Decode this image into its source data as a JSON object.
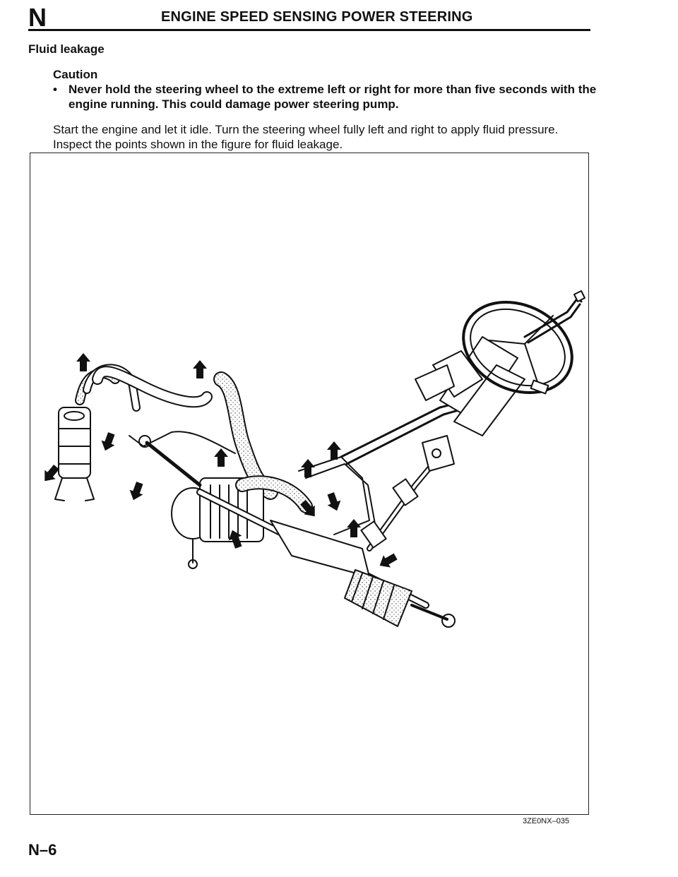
{
  "header": {
    "section_letter": "N",
    "title": "ENGINE SPEED SENSING POWER STEERING"
  },
  "section": {
    "subheading": "Fluid leakage",
    "caution": {
      "label": "Caution",
      "items": [
        "Never hold the steering wheel to the extreme left or right for more than five seconds with the engine running. This could damage power steering pump."
      ]
    },
    "body": "Start the engine and let it idle. Turn the steering wheel fully left and right to apply fluid pressure. Inspect the points shown in the figure for fluid leakage."
  },
  "figure": {
    "code": "3ZE0NX–035",
    "leak_point_arrows": 13
  },
  "footer": {
    "page_number": "N–6"
  }
}
